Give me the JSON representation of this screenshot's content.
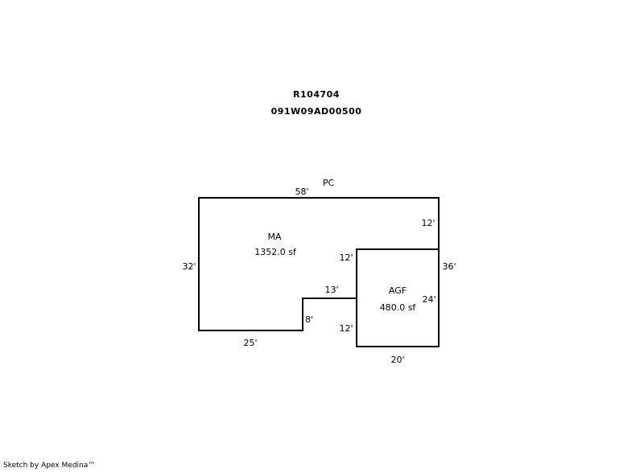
{
  "header": {
    "id": "R104704",
    "parcel": "091W09AD00500"
  },
  "label_pc": "PC",
  "areas": {
    "main": {
      "code": "MA",
      "area": "1352.0 sf"
    },
    "garage": {
      "code": "AGF",
      "area": "480.0 sf"
    }
  },
  "dimensions": {
    "top": "58'",
    "right_upper": "12'",
    "right_full": "36'",
    "left": "32'",
    "bottom_left": "25'",
    "step_vertical": "8'",
    "step_horizontal": "13'",
    "garage_inner_upper": "12'",
    "garage_inner_lower": "12'",
    "garage_right": "24'",
    "garage_bottom": "20'"
  },
  "footer": "Sketch by Apex Medina™"
}
